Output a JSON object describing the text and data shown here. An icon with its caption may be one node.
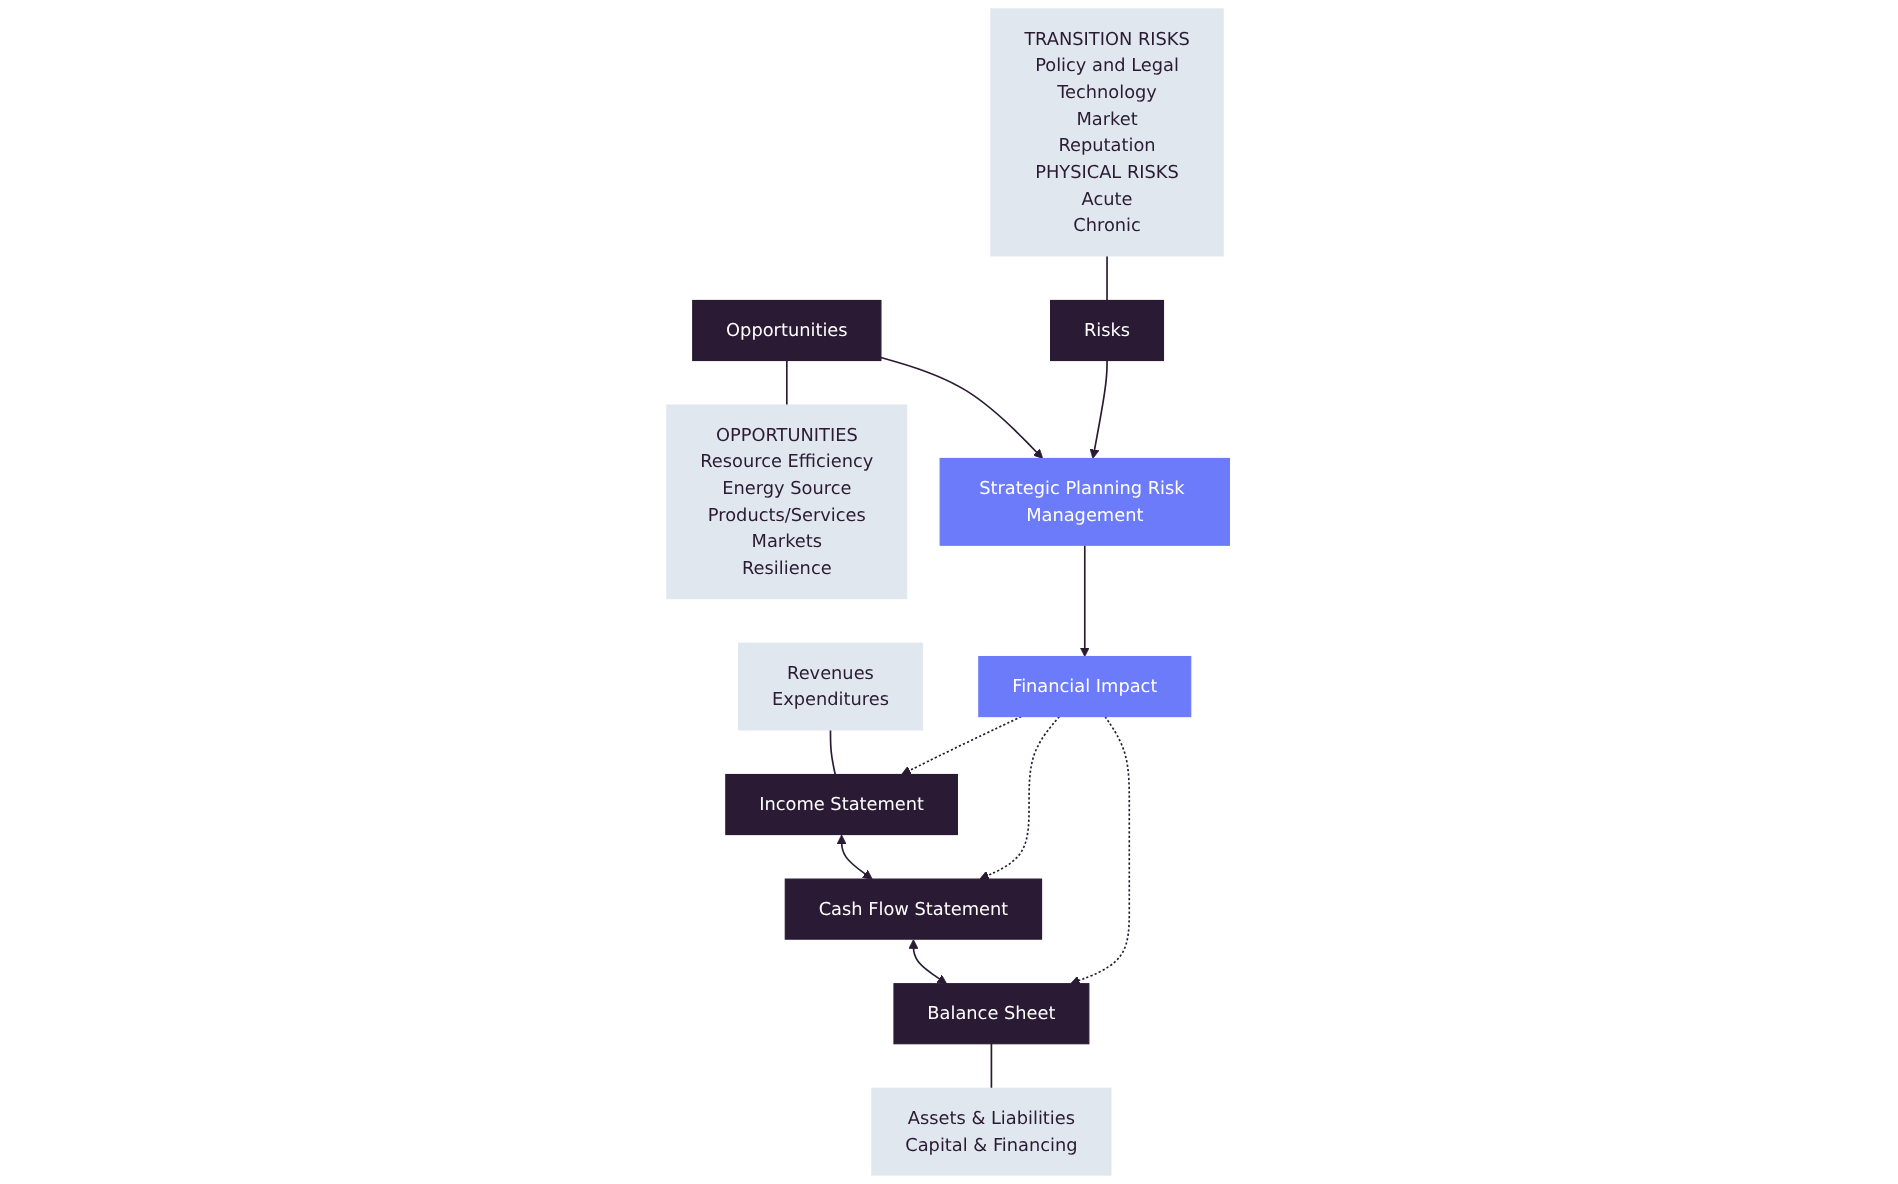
{
  "diagram": {
    "nodes": [
      {
        "text": [
          "TRANSITION RISKS",
          "Policy and Legal",
          "Technology",
          "Market",
          "Reputation",
          "PHYSICAL RISKS",
          "Acute",
          "Chronic"
        ]
      },
      {
        "text": [
          "Risks"
        ]
      },
      {
        "text": [
          "Opportunities"
        ]
      },
      {
        "text": [
          "OPPORTUNITIES",
          "Resource Efficiency",
          "Energy Source",
          "Products/Services",
          "Markets",
          "Resilience"
        ]
      },
      {
        "text": [
          "Strategic Planning Risk Management"
        ]
      },
      {
        "text": [
          "Financial Impact"
        ]
      },
      {
        "text": [
          "Revenues",
          "Expenditures"
        ]
      },
      {
        "text": [
          "Income Statement"
        ]
      },
      {
        "text": [
          "Cash Flow Statement"
        ]
      },
      {
        "text": [
          "Balance Sheet"
        ]
      },
      {
        "text": [
          "Assets & Liabilities",
          "Capital & Financing"
        ]
      }
    ],
    "edges": [
      {
        "from": 0,
        "to": 1,
        "arrow": "none"
      },
      {
        "from": 2,
        "to": 3,
        "arrow": "none"
      },
      {
        "from": 1,
        "to": 4,
        "arrow": "to"
      },
      {
        "from": 2,
        "to": 4,
        "arrow": "to"
      },
      {
        "from": 4,
        "to": 5,
        "arrow": "to"
      },
      {
        "from": 5,
        "to": 7,
        "arrow": "to",
        "style": "dashed"
      },
      {
        "from": 5,
        "to": 8,
        "arrow": "to",
        "style": "dashed"
      },
      {
        "from": 5,
        "to": 9,
        "arrow": "to",
        "style": "dashed"
      },
      {
        "from": 7,
        "to": 8,
        "arrow": "both"
      },
      {
        "from": 8,
        "to": 9,
        "arrow": "both"
      },
      {
        "from": 6,
        "to": 7,
        "arrow": "none"
      },
      {
        "from": 9,
        "to": 10,
        "arrow": "none"
      }
    ]
  }
}
